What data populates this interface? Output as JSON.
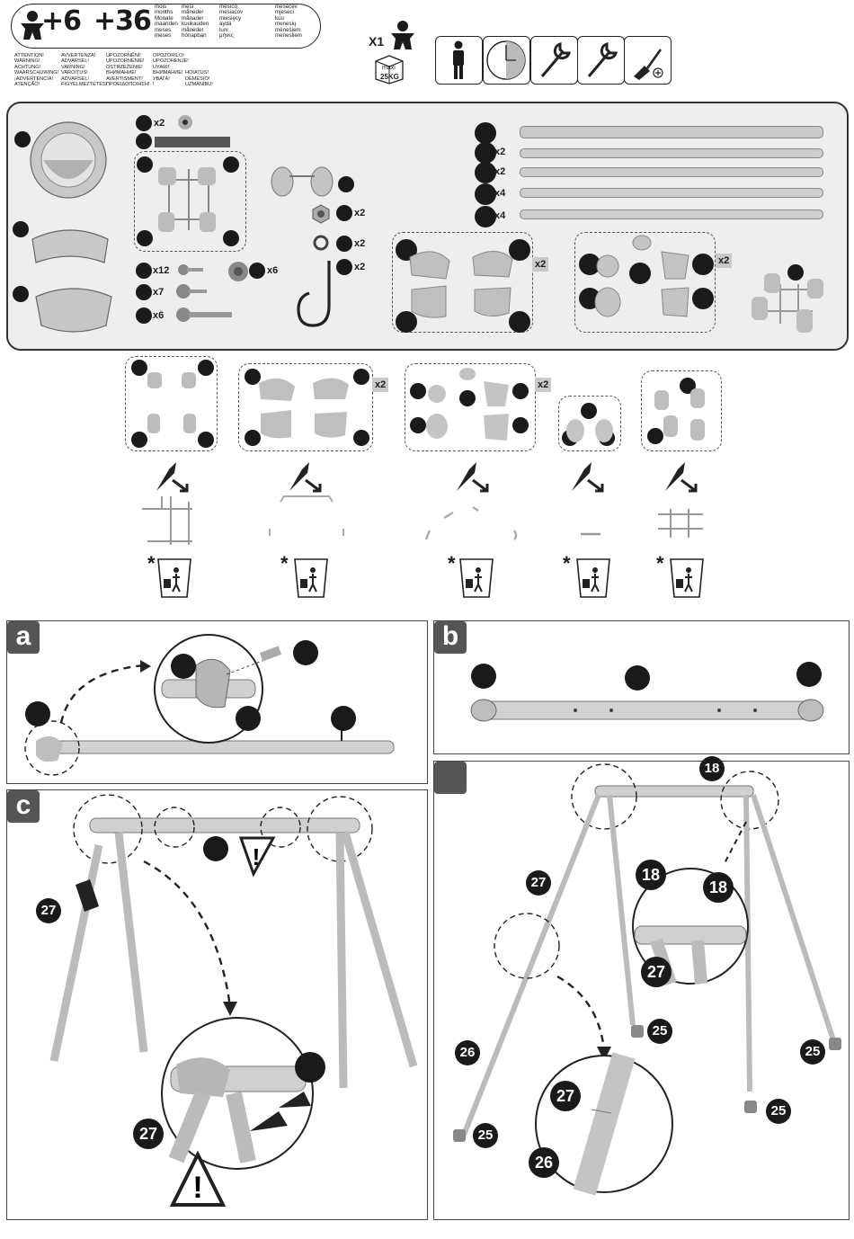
{
  "header": {
    "age_min": "+6",
    "age_max": "+36",
    "months_col1": [
      "mois",
      "months",
      "Monate",
      "maanden",
      "meses",
      "meses"
    ],
    "months_col2": [
      "mesi",
      "måneder",
      "månader",
      "kuukauden",
      "måneder",
      "hónapban"
    ],
    "months_col3": [
      "měsíců",
      "mesiacov",
      "miesięcy",
      "aydа",
      "luni",
      "μήνες"
    ],
    "months_col4": [
      "mesecev",
      "mjeseci",
      "kuu",
      "menesių",
      "mēnešiem",
      "menesliem"
    ],
    "warning_col1": [
      "ATTENTION!",
      "WARNING!",
      "ACHTUNG!",
      "WAARSCHUWING!",
      "¡ADVERTENCIA!",
      "ATENÇÃO!"
    ],
    "warning_col2": [
      "AVVERTENZA!",
      "ADVARSEL!",
      "VARNING!",
      "VAROITUS!",
      "ADVARSEL!",
      "FIGYELMEZTETÉS!"
    ],
    "warning_col3": [
      "UPOZORNĚNÍ!",
      "UPOZORNENIE!",
      "OSTRZEŻENIE!",
      "ВНИМАНИЕ!",
      "AVERTISMENT!",
      "ΠΡΟΕΙΔΟΠΟΙΗΣΗ!"
    ],
    "warning_col4": [
      "OPOZORILO!",
      "UPOZORENJE!",
      "UYARI!",
      "ВНИМАНИЕ!",
      "УВАГА!",
      "!"
    ],
    "warning_col5": [
      "",
      "",
      "",
      "HOIATUS!",
      "DĖMESIO!",
      "UZMANĪBU!"
    ],
    "user_count": "X1",
    "max_weight_label": "maxi",
    "max_weight_value": "25KG"
  },
  "tools": [
    {
      "icon": "person-icon"
    },
    {
      "icon": "clock-icon"
    },
    {
      "icon": "wrench-icon"
    },
    {
      "icon": "wrench-icon"
    },
    {
      "icon": "screwdriver-icon"
    }
  ],
  "parts": {
    "screw_qty": "x2",
    "nut_qty": "x2",
    "washer_qty": "x2",
    "hook_qty": "x2",
    "screw12_qty": "x12",
    "screw7_qty": "x7",
    "bolt6_qty": "x6",
    "cap6_qty": "x6",
    "tube_short_qty": "x2",
    "tube_mid_qty": "x2",
    "tube_leg_qty": "x4",
    "tube_leg2_qty": "x4",
    "connector_set_qty": "x2",
    "joint_set_qty": "x2"
  },
  "breakout": {
    "set2_qty": "x2",
    "set3_qty": "x2",
    "asterisk": "*"
  },
  "steps": {
    "a": "a",
    "b": "b",
    "c": "c",
    "d": "",
    "labels": {
      "n27": "27",
      "n26": "26",
      "n25": "25",
      "n18": "18"
    }
  }
}
